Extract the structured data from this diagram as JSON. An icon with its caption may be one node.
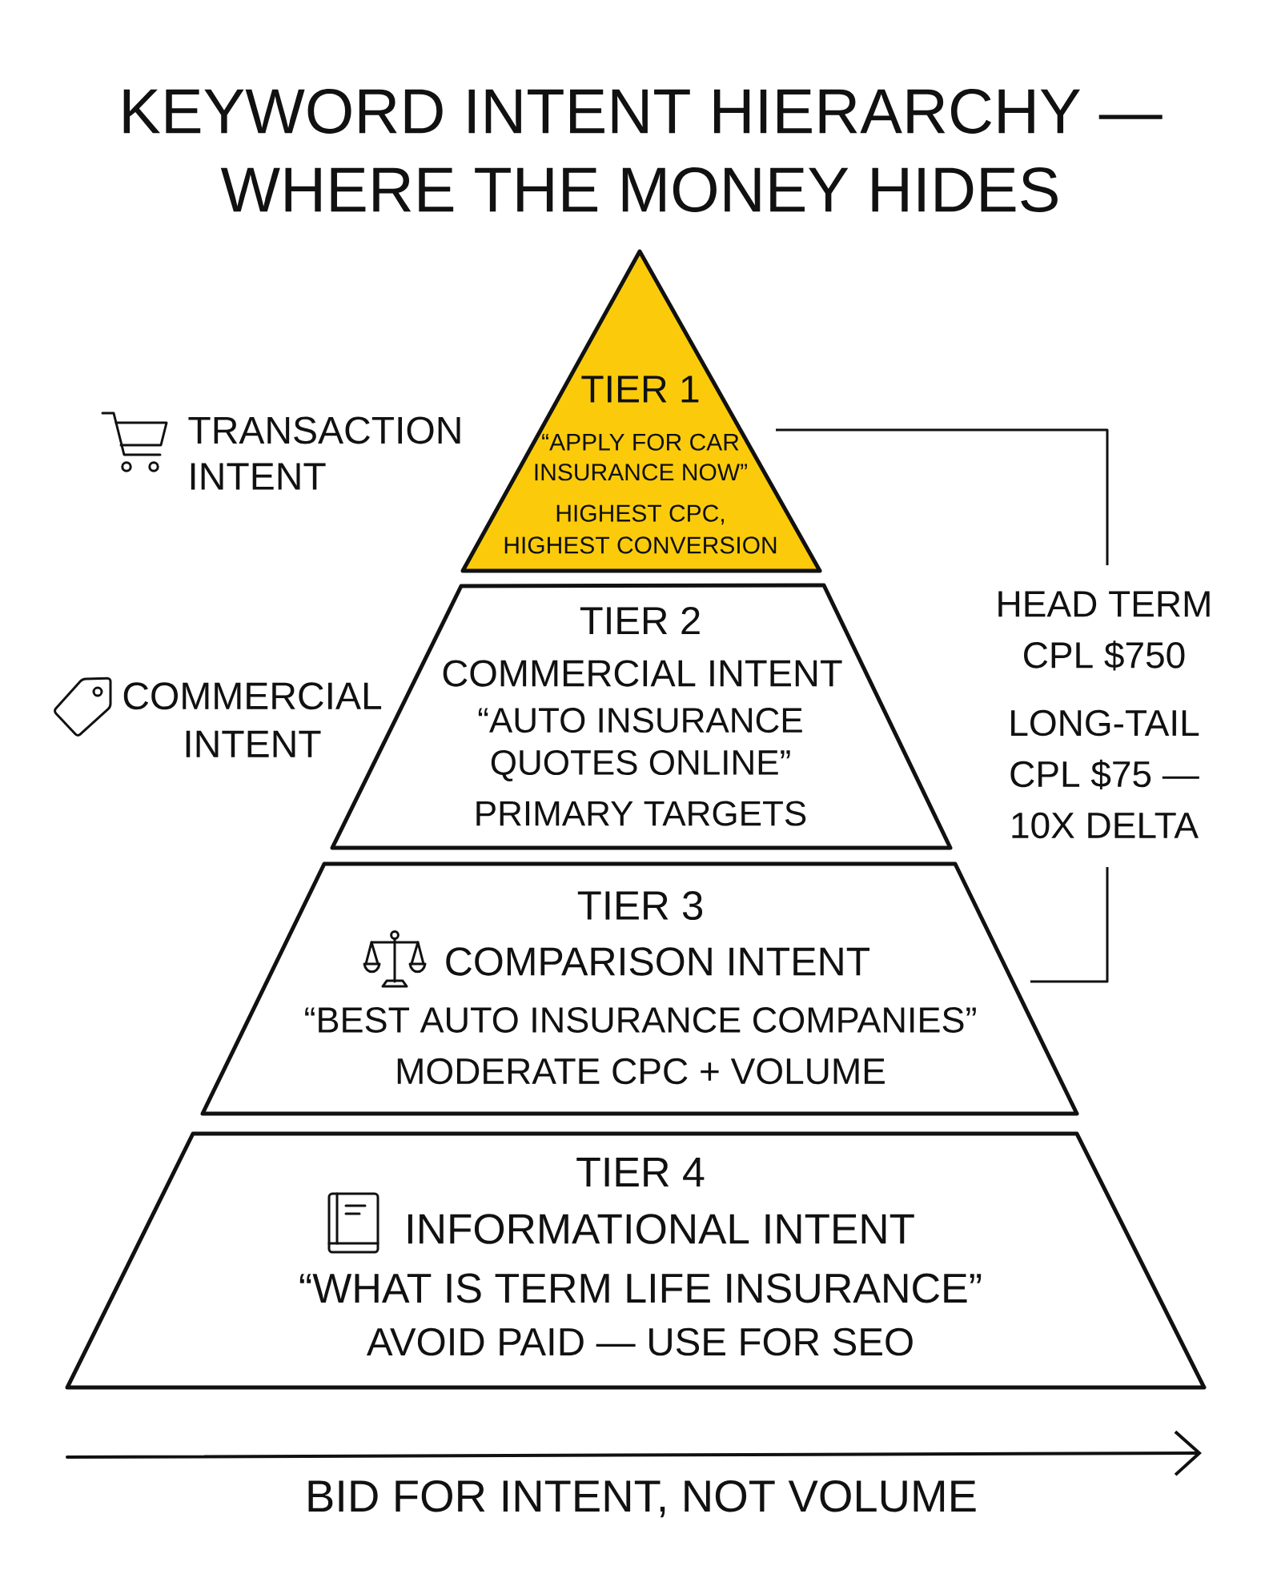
{
  "diagram": {
    "title": "KEYWORD INTENT HIERARCHY — WHERE THE MONEY HIDES",
    "nodes": [
      {
        "text": [
          "TIER 1",
          "“APPLY FOR CAR INSURANCE NOW”",
          "HIGHEST CPC, HIGHEST CONVERSION"
        ],
        "beside": [
          "TRANSACTION INTENT"
        ]
      },
      {
        "text": [
          "TIER 2",
          "COMMERCIAL INTENT",
          "“AUTO INSURANCE QUOTES ONLINE”",
          "PRIMARY TARGETS"
        ],
        "beside": [
          "COMMERCIAL INTENT"
        ]
      },
      {
        "text": [
          "TIER 3",
          "COMPARISON INTENT",
          "“BEST AUTO INSURANCE COMPANIES”",
          "MODERATE CPC + VOLUME"
        ]
      },
      {
        "text": [
          "TIER 4",
          "INFORMATIONAL INTENT",
          "“WHAT IS TERM LIFE INSURANCE”",
          "AVOID PAID — USE FOR SEO"
        ]
      }
    ],
    "labels": [
      "HEAD TERM CPL $750",
      "LONG-TAIL CPL $75 — 10X DELTA",
      "BID FOR INTENT, NOT VOLUME"
    ]
  }
}
